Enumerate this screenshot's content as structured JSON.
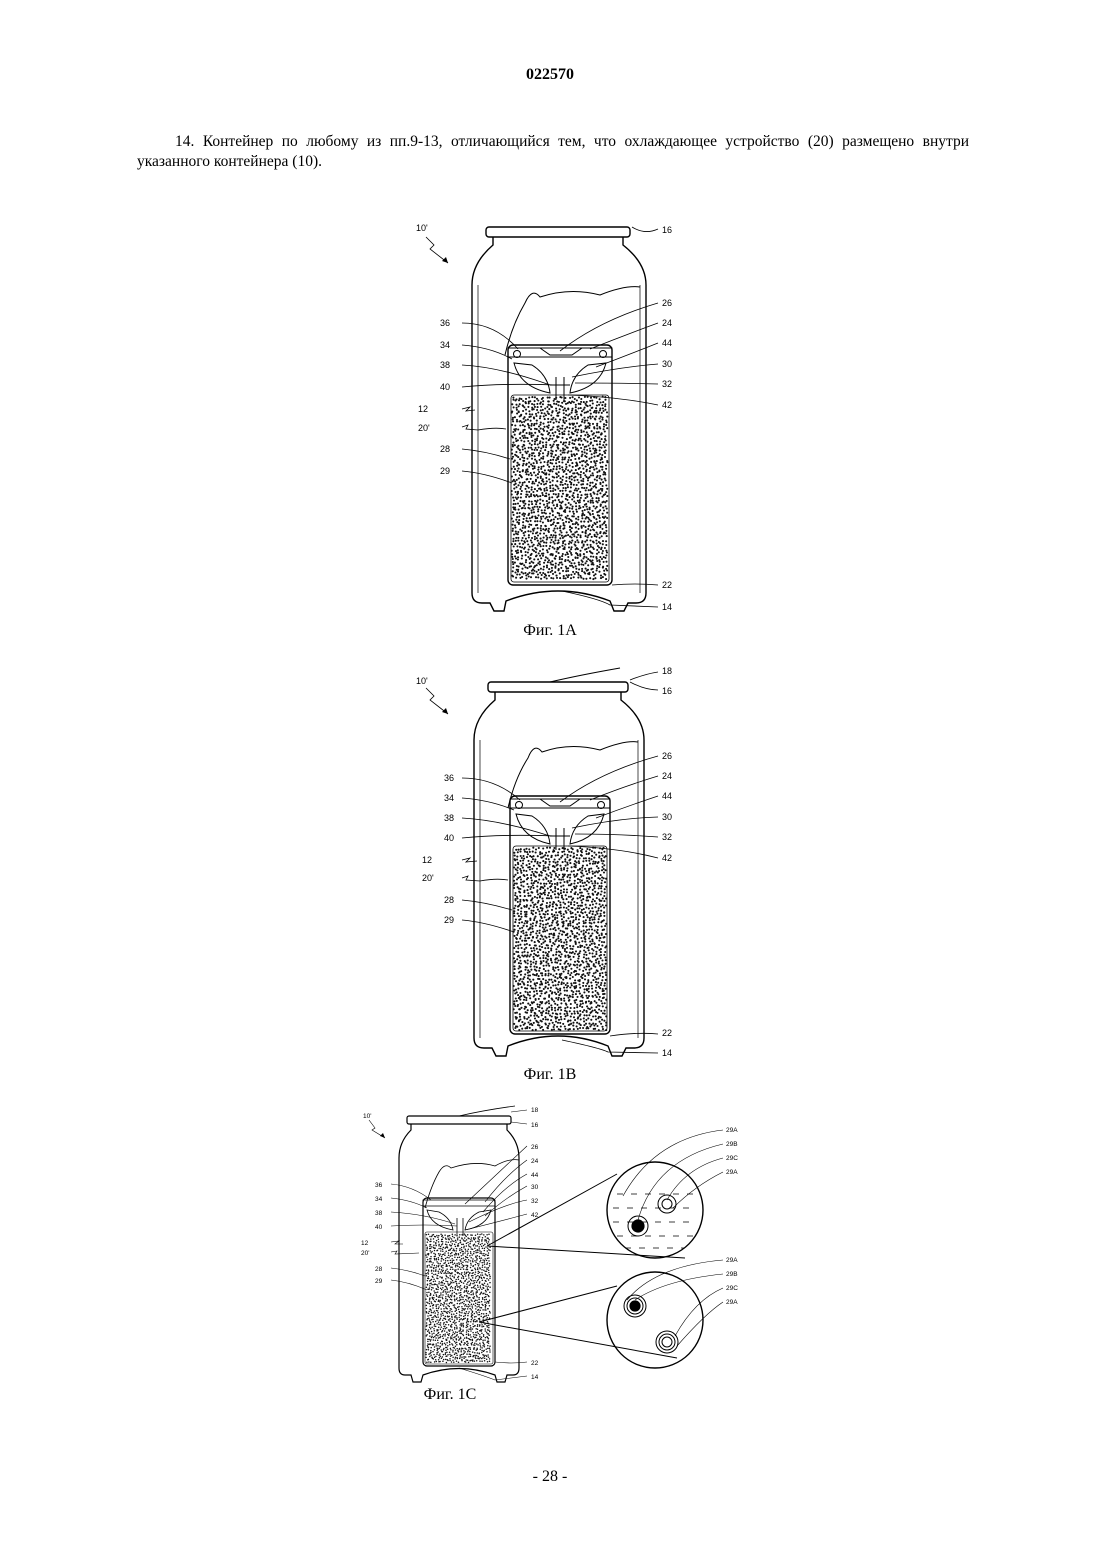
{
  "header": {
    "doc_number": "022570"
  },
  "claim": {
    "text": "14. Контейнер по любому из пп.9-13, отличающийся тем, что охлаждающее устройство (20) размещено внутри указанного контейнера (10)."
  },
  "figures": [
    {
      "caption": "Фиг. 1А",
      "labels": {
        "ref": "10'",
        "l16": "16",
        "l26": "26",
        "l24": "24",
        "l36": "36",
        "l34": "34",
        "l44": "44",
        "l38": "38",
        "l30": "30",
        "l40": "40",
        "l32": "32",
        "l42": "42",
        "l12": "12",
        "l20": "20'",
        "l28": "28",
        "l29": "29",
        "l22": "22",
        "l14": "14"
      }
    },
    {
      "caption": "Фиг. 1В",
      "labels": {
        "ref": "10'",
        "l18": "18",
        "l16": "16",
        "l26": "26",
        "l24": "24",
        "l36": "36",
        "l34": "34",
        "l44": "44",
        "l38": "38",
        "l30": "30",
        "l40": "40",
        "l32": "32",
        "l42": "42",
        "l12": "12",
        "l20": "20'",
        "l28": "28",
        "l29": "29",
        "l22": "22",
        "l14": "14"
      }
    },
    {
      "caption": "Фиг. 1С",
      "labels": {
        "ref": "10'",
        "l18": "18",
        "l16": "16",
        "l26": "26",
        "l24": "24",
        "l44": "44",
        "l36": "36",
        "l34": "34",
        "l30": "30",
        "l38": "38",
        "l32": "32",
        "l40": "40",
        "l42": "42",
        "l12": "12",
        "l20": "20'",
        "l28": "28",
        "l29": "29",
        "l22": "22",
        "l14": "14",
        "d1a": "29A",
        "d1b": "29B",
        "d1c": "29C",
        "d1d": "29A",
        "d2a": "29A",
        "d2b": "29B",
        "d2c": "29C",
        "d2d": "29A"
      }
    }
  ],
  "footer": {
    "page": "- 28 -"
  }
}
